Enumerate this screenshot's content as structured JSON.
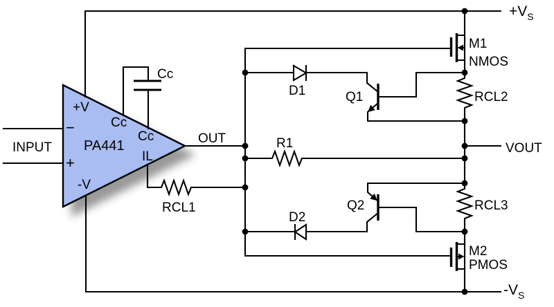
{
  "colors": {
    "background": "#ffffff",
    "wire": "#000000",
    "text": "#000000",
    "opamp_fill": "#a9bdf2",
    "opamp_stroke": "#000000"
  },
  "power": {
    "vplus": {
      "main": "+V",
      "sub": "S"
    },
    "vminus": {
      "main": "-V",
      "sub": "S"
    }
  },
  "input_label": "INPUT",
  "output": {
    "out": "OUT",
    "vout": "VOUT"
  },
  "opamp": {
    "part": "PA441",
    "pins": {
      "vplus": "+V",
      "inverting": "−",
      "noninverting": "+",
      "vminus": "-V",
      "cc_upper": "Cc",
      "cc_lower": "Cc",
      "il": "IL"
    }
  },
  "components": {
    "cc": "Cc",
    "r1": "R1",
    "rcl1": "RCL1",
    "rcl2": "RCL2",
    "rcl3": "RCL3",
    "d1": "D1",
    "d2": "D2",
    "q1": "Q1",
    "q2": "Q2",
    "m1": {
      "name": "M1",
      "type": "NMOS"
    },
    "m2": {
      "name": "M2",
      "type": "PMOS"
    }
  }
}
